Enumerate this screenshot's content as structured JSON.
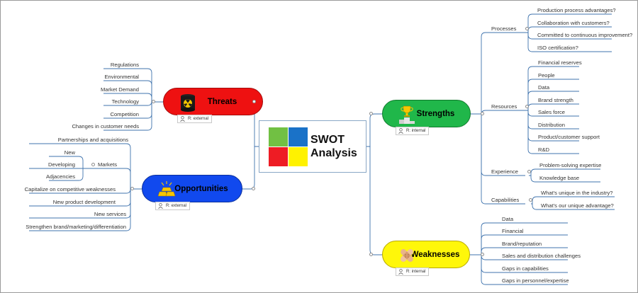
{
  "center": {
    "title_line1": "SWOT",
    "title_line2": "Analysis",
    "quadrant_colors": [
      "#71c043",
      "#1a72c8",
      "#ee1c24",
      "#fff200"
    ]
  },
  "tag_text": "R: external",
  "tag_text_internal": "R: internal",
  "threats": {
    "label": "Threats",
    "color": "#ee1111",
    "icon": "radioactive-barrel-icon",
    "items": [
      "Regulations",
      "Environmental",
      "Market Demand",
      "Technology",
      "Competition",
      "Changes in customer needs"
    ]
  },
  "opportunities": {
    "label": "Opportunities",
    "color": "#1149ee",
    "icon": "gold-bars-icon",
    "items": [
      "Partnerships and acquisitions",
      "Markets",
      "Capitalize on competitive weaknesses",
      "New product development",
      "New services",
      "Strengthen brand/marketing/differentiation"
    ],
    "markets_children": [
      "New",
      "Developing",
      "Adjacencies"
    ]
  },
  "strengths": {
    "label": "Strengths",
    "color": "#20b74a",
    "icon": "trophy-podium-icon",
    "groups": [
      {
        "label": "Processes",
        "items": [
          "Production process advantages?",
          "Collaboration with customers?",
          "Committed to continuous improvement?",
          "ISO certification?"
        ]
      },
      {
        "label": "Resources",
        "items": [
          "Financial reserves",
          "People",
          "Data",
          "Brand strength",
          "Sales force",
          "Distribution",
          "Product/customer support",
          "R&D"
        ]
      },
      {
        "label": "Experience",
        "items": [
          "Problem-solving expertise",
          "Knowledge base"
        ]
      },
      {
        "label": "Capabilities",
        "items": [
          "What's unique in the industry?",
          "What's our unique advantage?"
        ]
      }
    ]
  },
  "weaknesses": {
    "label": "Weaknesses",
    "color": "#fff70a",
    "icon": "bandage-icon",
    "items": [
      "Data",
      "Financial",
      "Brand/reputation",
      "Sales and distribution challenges",
      "Gaps in capabilities",
      "Gaps in personnel/expertise"
    ]
  }
}
